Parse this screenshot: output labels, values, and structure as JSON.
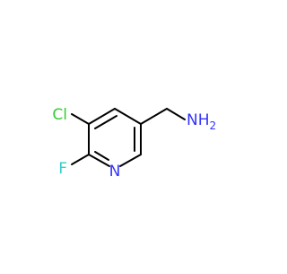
{
  "molecule": {
    "atoms": {
      "cl": "Cl",
      "f": "F",
      "n": "N",
      "nh2": "NH"
    },
    "nh2_subscript": "2",
    "colors": {
      "bond": "#000000",
      "chlorine": "#33cc33",
      "fluorine": "#33cccc",
      "nitrogen": "#3333ff"
    }
  }
}
